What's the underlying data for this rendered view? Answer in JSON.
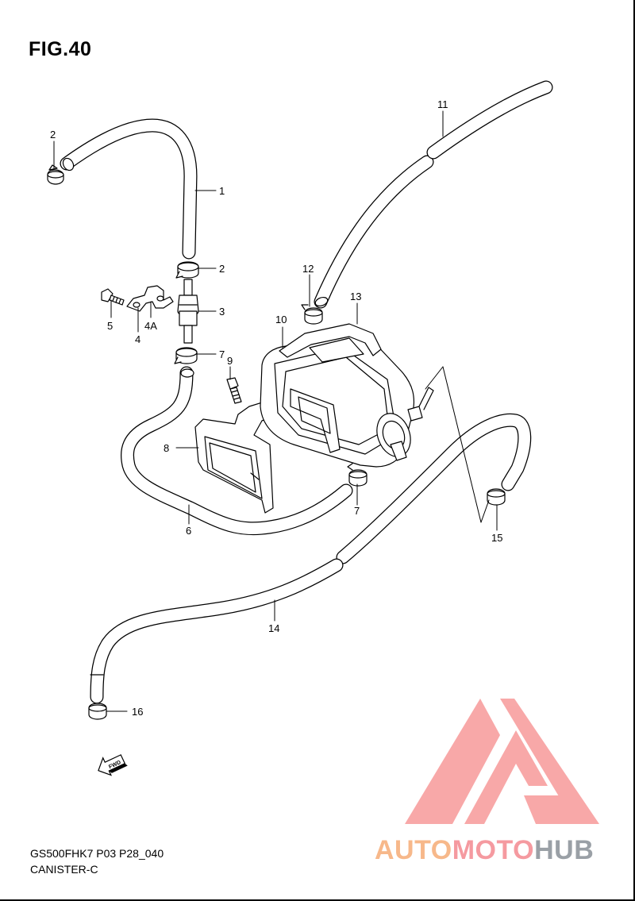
{
  "figure": {
    "title": "FIG.40",
    "footer_code": "GS500FHK7 P03 P28_040",
    "footer_name": "CANISTER-C"
  },
  "callouts": {
    "c1": "1",
    "c2a": "2",
    "c2b": "2",
    "c3": "3",
    "c4": "4",
    "c4a": "4A",
    "c5": "5",
    "c6": "6",
    "c7a": "7",
    "c7b": "7",
    "c8": "8",
    "c9": "9",
    "c10": "10",
    "c11": "11",
    "c12": "12",
    "c13": "13",
    "c14": "14",
    "c15": "15",
    "c16": "16"
  },
  "forward_arrow": {
    "label": "FWD",
    "icon": "forward-arrow-icon"
  },
  "watermark": {
    "part1": "AUTO",
    "part2": "MOTO",
    "part3": "HUB",
    "colors": {
      "auto": "#f7b88a",
      "moto": "#f59aa0",
      "hub": "#9aa0a6",
      "logo": "#f79a9a"
    }
  }
}
